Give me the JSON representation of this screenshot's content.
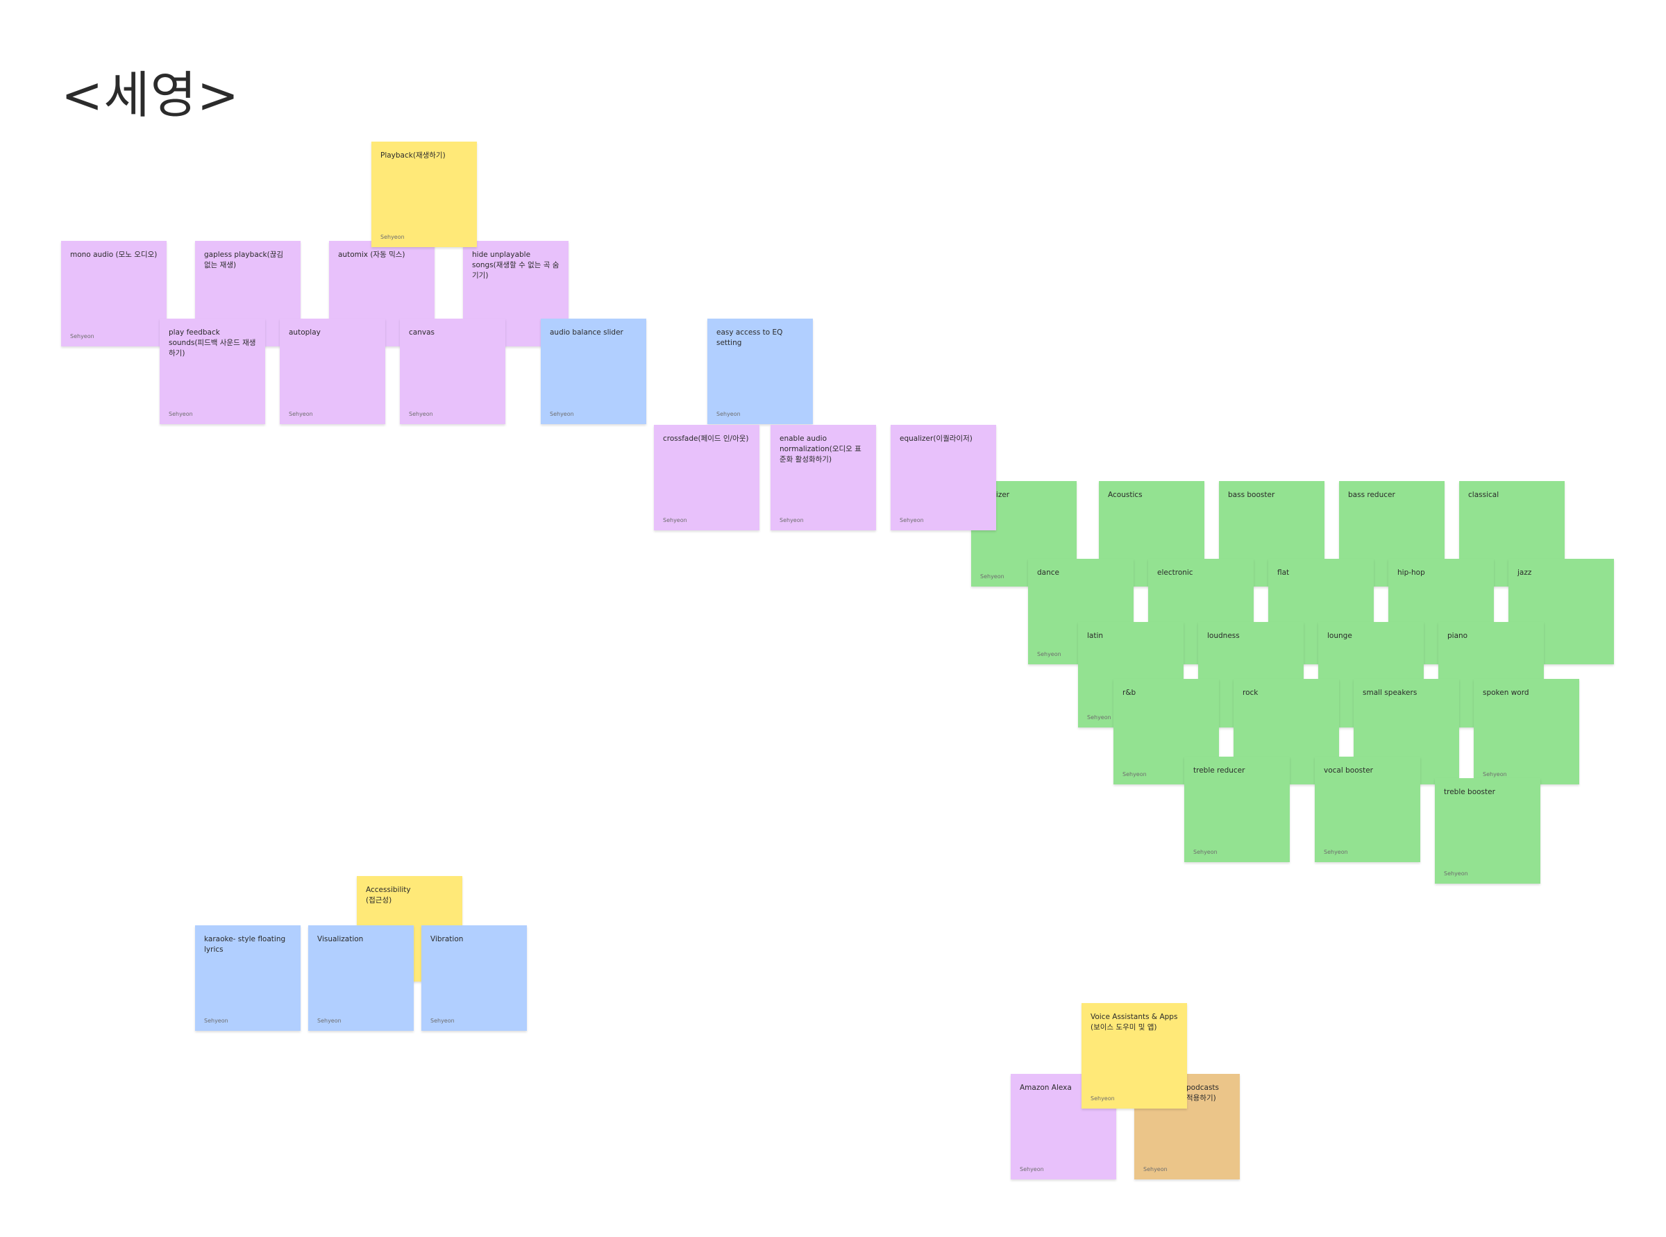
{
  "page_title": "<세영>",
  "colors": {
    "yellow": "#ffe978",
    "purple": "#e8c1fb",
    "blue": "#b1cfff",
    "green": "#93e291",
    "orange": "#ebc589"
  },
  "notes": {
    "playback": {
      "text": "Playback(재생하기)",
      "author": "Sehyeon"
    },
    "mono_audio": {
      "text": "mono audio (모노 오디오)",
      "author": "Sehyeon"
    },
    "gapless": {
      "text": "gapless playback(끊김 없는 재생)",
      "author": ""
    },
    "automix": {
      "text": "automix (자동 믹스)",
      "author": ""
    },
    "hide_unplayable": {
      "text": "hide unplayable songs(재생할 수 없는 곡 숨기기)",
      "author": ""
    },
    "play_feedback": {
      "text": "play feedback sounds(피드백 사운드 재생하기)",
      "author": "Sehyeon"
    },
    "autoplay": {
      "text": "autoplay",
      "author": "Sehyeon"
    },
    "canvas": {
      "text": "canvas",
      "author": "Sehyeon"
    },
    "audio_balance": {
      "text": "audio balance slider",
      "author": "Sehyeon"
    },
    "eq_access": {
      "text": "easy access to EQ setting",
      "author": "Sehyeon"
    },
    "crossfade": {
      "text": "crossfade(페이드 인/아웃)",
      "author": "Sehyeon"
    },
    "normalization": {
      "text": "enable audio normalization(오디오 표준화 활성화하기)",
      "author": "Sehyeon"
    },
    "equalizer": {
      "text": "equalizer(이퀄라이저)",
      "author": "Sehyeon"
    },
    "green_1": {
      "text": "lizer",
      "author": "Sehyeon"
    },
    "acoustics": {
      "text": "Acoustics",
      "author": ""
    },
    "bass_booster": {
      "text": "bass booster",
      "author": ""
    },
    "bass_reducer": {
      "text": "bass reducer",
      "author": ""
    },
    "classical": {
      "text": "classical",
      "author": ""
    },
    "dance": {
      "text": "dance",
      "author": "Sehyeon"
    },
    "electronic": {
      "text": "electronic",
      "author": ""
    },
    "flat": {
      "text": "flat",
      "author": ""
    },
    "hiphop": {
      "text": "hip-hop",
      "author": ""
    },
    "jazz": {
      "text": "jazz",
      "author": ""
    },
    "latin": {
      "text": "latin",
      "author": "Sehyeon"
    },
    "loudness": {
      "text": "loudness",
      "author": "eon"
    },
    "lounge": {
      "text": "lounge",
      "author": "eon"
    },
    "piano": {
      "text": "piano",
      "author": "eon"
    },
    "rnb": {
      "text": "r&b",
      "author": "Sehyeon"
    },
    "rock": {
      "text": "rock",
      "author": ""
    },
    "small_speakers": {
      "text": "small speakers",
      "author": "eon"
    },
    "spoken_word": {
      "text": "spoken word",
      "author": "Sehyeon"
    },
    "treble_reducer": {
      "text": "treble reducer",
      "author": "Sehyeon"
    },
    "vocal_booster": {
      "text": "vocal booster",
      "author": "Sehyeon"
    },
    "treble_booster": {
      "text": "treble booster",
      "author": "Sehyeon"
    },
    "accessibility": {
      "text": "Accessibility\n(접근성)",
      "author": ""
    },
    "karaoke": {
      "text": "karaoke- style floating lyrics",
      "author": "Sehyeon"
    },
    "visualization": {
      "text": "Visualization",
      "author": "Sehyeon"
    },
    "vibration": {
      "text": "Vibration",
      "author": "Sehyeon"
    },
    "alexa": {
      "text": "Amazon Alexa",
      "author": "Sehyeon"
    },
    "podcasts": {
      "text": "podcasts\n적용하기)",
      "author": "Sehyeon"
    },
    "voice_assistants": {
      "text": "Voice Assistants & Apps\n(보이스 도우미 및 앱)",
      "author": "Sehyeon"
    }
  }
}
